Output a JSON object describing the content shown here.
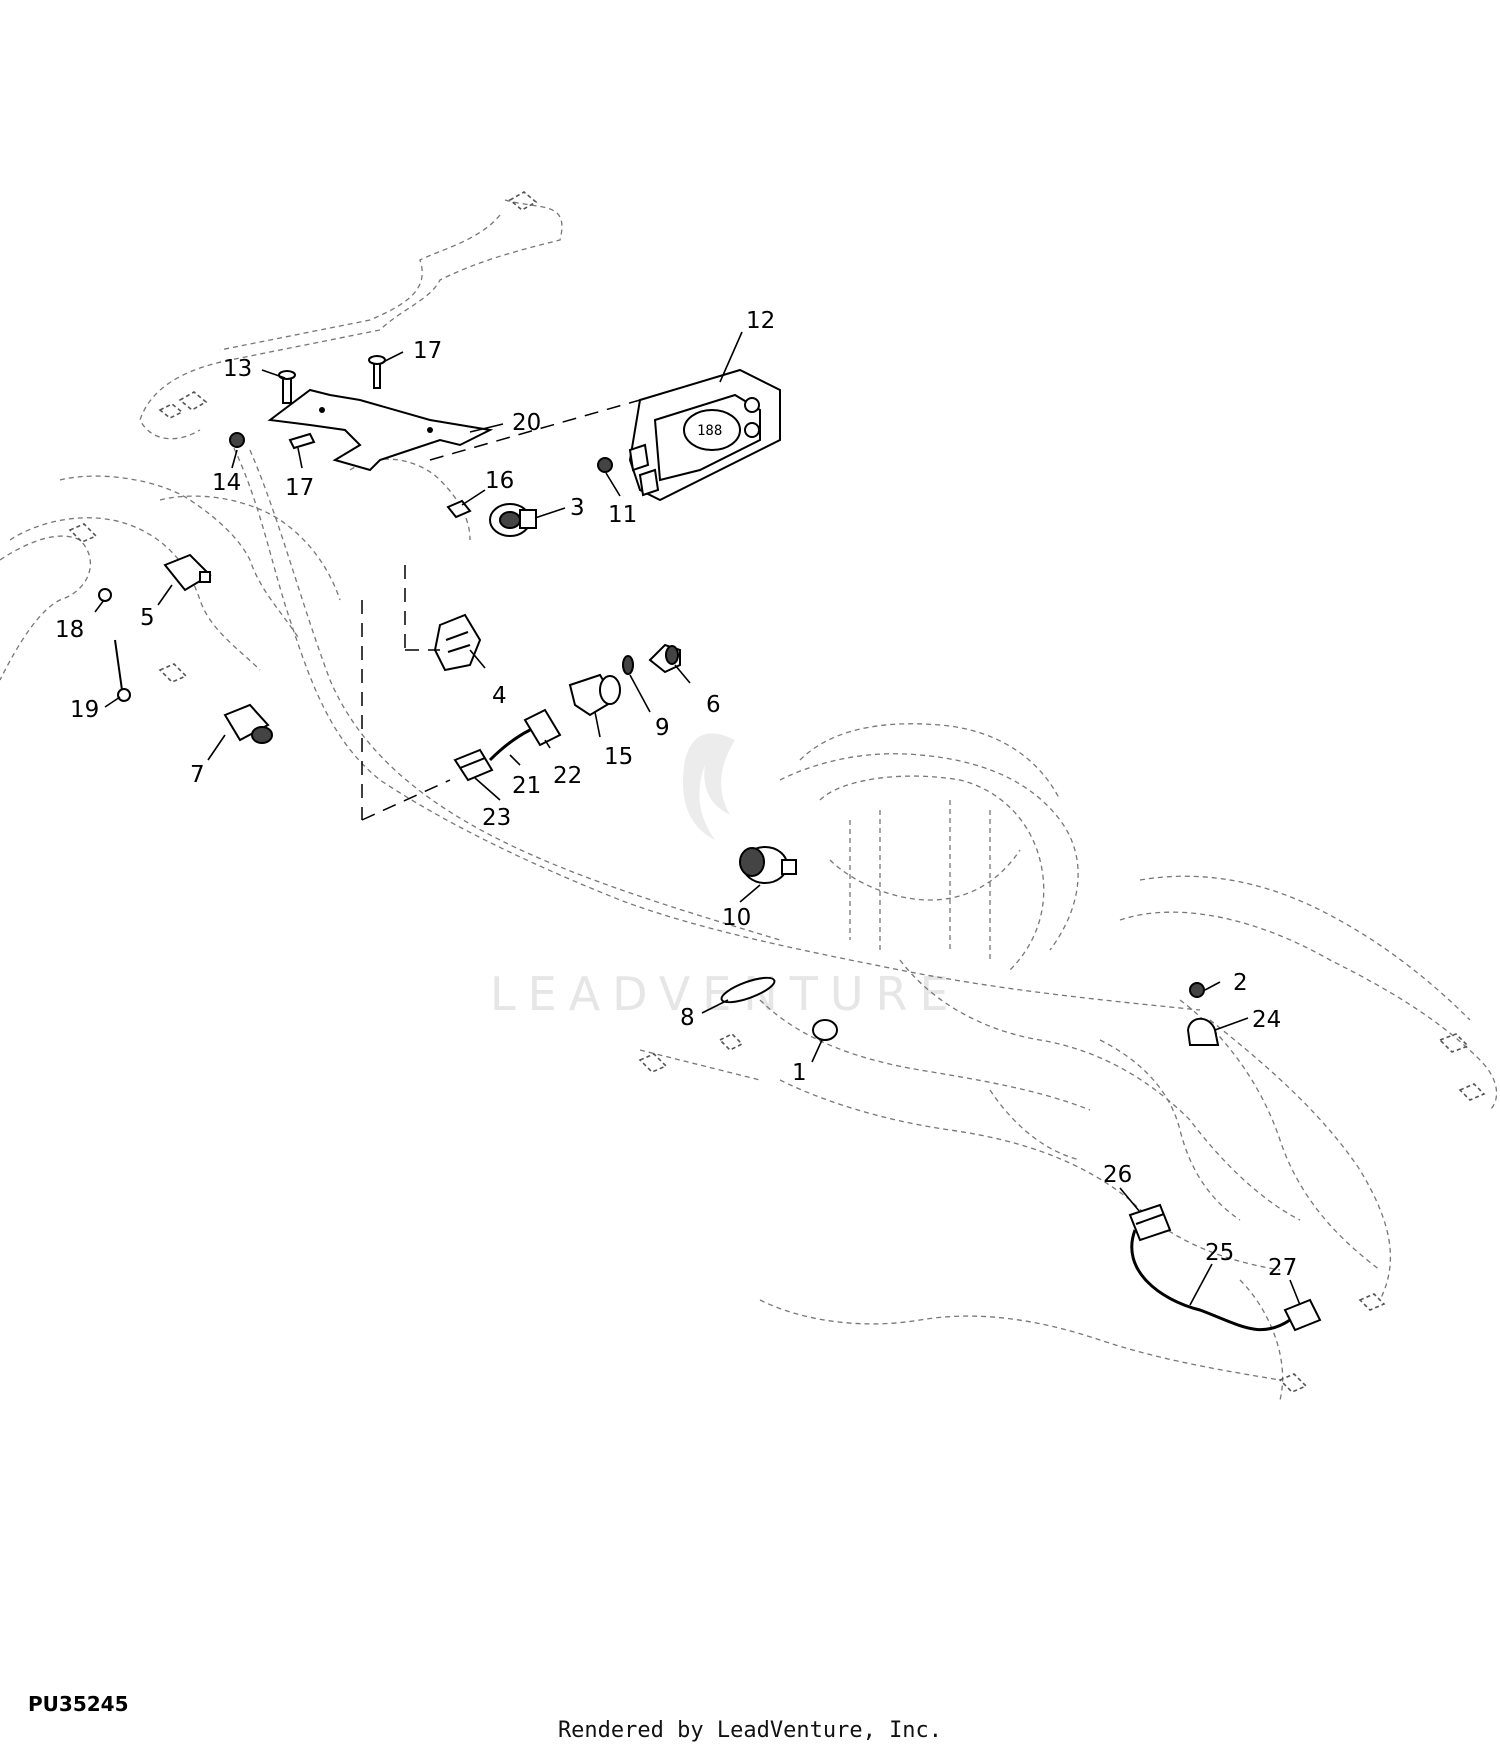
{
  "diagram": {
    "callouts": [
      "12",
      "13",
      "17",
      "20",
      "14",
      "17",
      "16",
      "3",
      "11",
      "18",
      "5",
      "4",
      "6",
      "9",
      "15",
      "19",
      "7",
      "22",
      "21",
      "23",
      "10",
      "2",
      "24",
      "8",
      "1",
      "26",
      "25",
      "27"
    ]
  },
  "footer": {
    "diagram_id": "PU35245",
    "credit": "Rendered by LeadVenture, Inc."
  },
  "watermark": {
    "text": "LEADVENTURE"
  }
}
